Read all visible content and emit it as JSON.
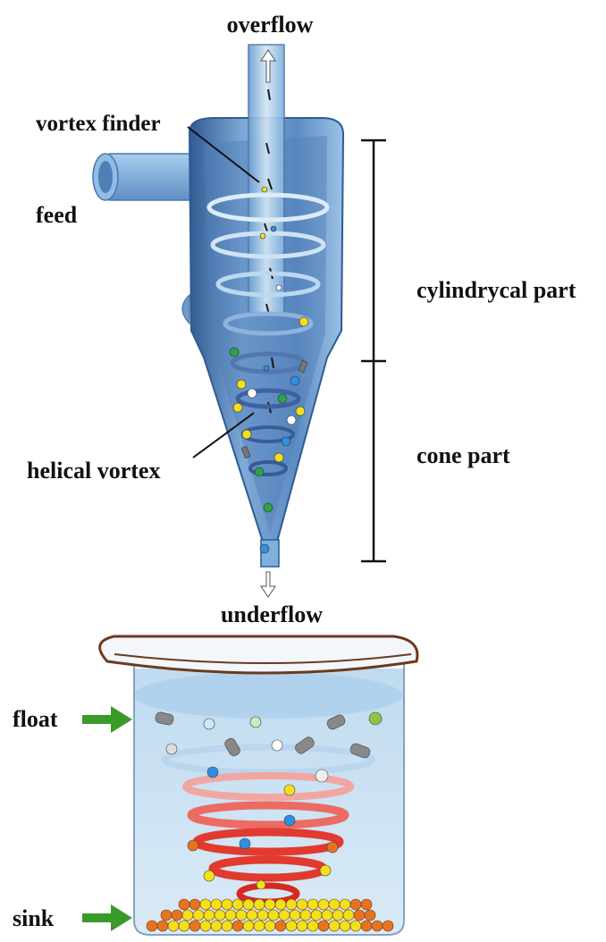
{
  "labels": {
    "overflow": "overflow",
    "vortex_finder": "vortex finder",
    "feed": "feed",
    "cylindrical_part": "cylindrycal part",
    "cone_part": "cone part",
    "helical_vortex": "helical vortex",
    "underflow": "underflow",
    "float": "float",
    "sink": "sink"
  },
  "colors": {
    "hydrocyclone_body": "#6f9ccd",
    "hydrocyclone_dark": "#2f5b93",
    "pipe": "#9cc3e6",
    "arrow_green": "#3a9a2a",
    "beaker_rim": "#6b3a20",
    "water": "#cfe3f3",
    "vortex_red": "#e23a2e",
    "vortex_pink": "#f1a6a2",
    "vortex_light": "#b9d6ee",
    "particle_yellow": "#f3e01a",
    "particle_orange": "#e8731e",
    "particle_blue": "#2f8fe0",
    "particle_green": "#2aa34a",
    "particle_gray": "#888888"
  }
}
